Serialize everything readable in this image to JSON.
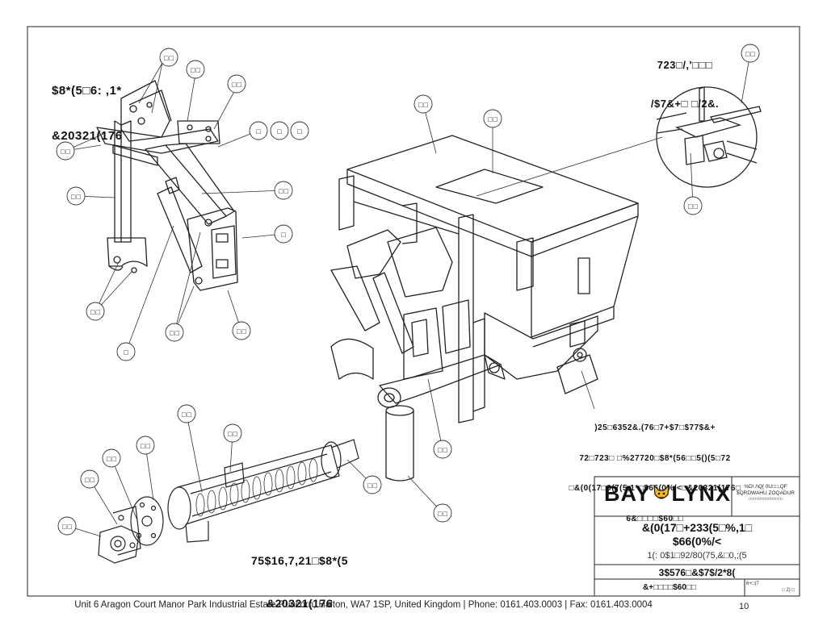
{
  "drawing": {
    "top_detail_title": [
      "723□/,'□□□",
      "/$7&+□ □/2&."
    ],
    "auger_title": [
      "$8*(5□6: ,1*",
      "&20321(176"
    ],
    "trans_title": [
      "75$16,7,21□$8*(5",
      "&20321(176"
    ],
    "note": [
      ")25□6352&.(76□7+$7□$77$&+",
      "72□723□ □%27720□$8*(56□□5()(5□72",
      "□&(0(17□0(7(5,1*□$66(0%/<□&20321(176□",
      "6&□□□□$60□□"
    ],
    "callout_marks": {
      "double": "□□",
      "single": "□"
    }
  },
  "title_block": {
    "brand_left": "BAY",
    "brand_right": "LYNX",
    "brand_small": [
      "%D\\ /\\Q[ 0U□□,QF",
      "$QRDWAHU ZOQADUR",
      "□□□□□□□□□□□□□□"
    ],
    "desc": [
      "&(0(17□+233(5□%,1□",
      "$66(0%/<"
    ],
    "subdesc": "1(:  0$1□92/80(75,&□0,;(5",
    "parts": "3$576□&$7$/2*8(",
    "sheet_left": "&+□□□□$60□□",
    "sheet_right": [
      "6+□(7",
      "□  2)  □"
    ]
  },
  "footer": {
    "address": "Unit 6 Aragon Court Manor Park Industrial Estate Runcorn, Halton, WA7 1SP, United Kingdom  |  Phone: 0161.403.0003  |  Fax: 0161.403.0004",
    "page": "10"
  }
}
